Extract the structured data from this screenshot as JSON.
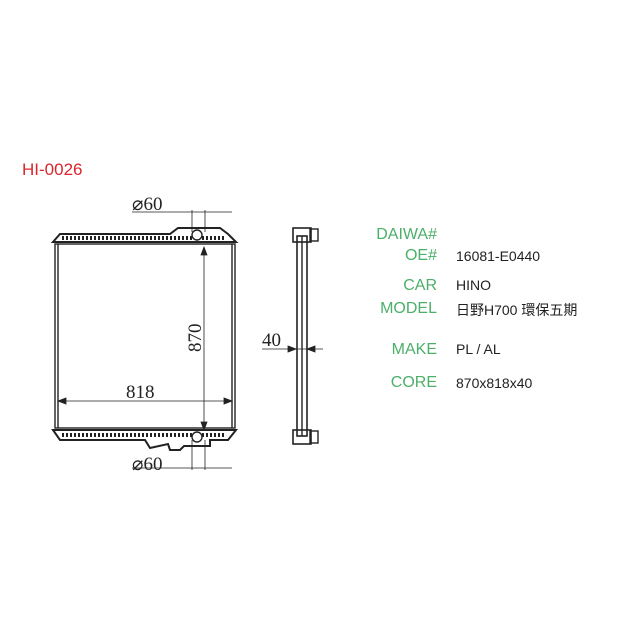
{
  "part_number": "HI-0026",
  "drawing": {
    "inlet_diameter_top": "⌀60",
    "outlet_diameter_bottom": "⌀60",
    "height": "870",
    "width": "818",
    "thickness": "40"
  },
  "specs": [
    {
      "label": "DAIWA#",
      "value": ""
    },
    {
      "label": "OE#",
      "value": "16081-E0440"
    },
    {
      "label": "CAR",
      "value": "HINO"
    },
    {
      "label": "MODEL",
      "value": "日野H700 環保五期"
    },
    {
      "label": "MAKE",
      "value": "PL / AL"
    },
    {
      "label": "CORE",
      "value": "870x818x40"
    }
  ],
  "colors": {
    "title": "#d9262c",
    "label": "#4caf6a"
  }
}
